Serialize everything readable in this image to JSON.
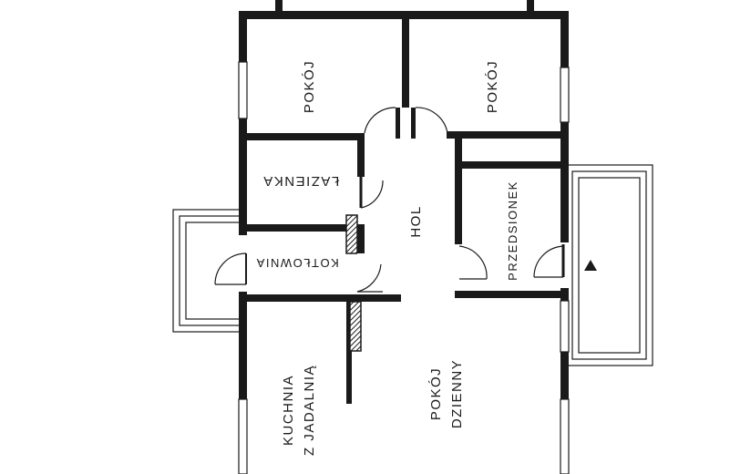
{
  "rooms": {
    "pokoj_left": "POKÓJ",
    "pokoj_right": "POKÓJ",
    "lazienka": "ŁAZIENKA",
    "hol": "HOL",
    "kotlownia": "KOTŁOWNIA",
    "przedsionek": "PRZEDSIONEK",
    "kuchnia_line1": "KUCHNIA",
    "kuchnia_line2": "Z JADALNIĄ",
    "pokoj_dzienny_line1": "POKÓJ",
    "pokoj_dzienny_line2": "DZIENNY"
  },
  "colors": {
    "wall": "#1a1a1a",
    "background": "#ffffff"
  },
  "icons": {
    "entrance_marker": "triangle-up-icon"
  }
}
